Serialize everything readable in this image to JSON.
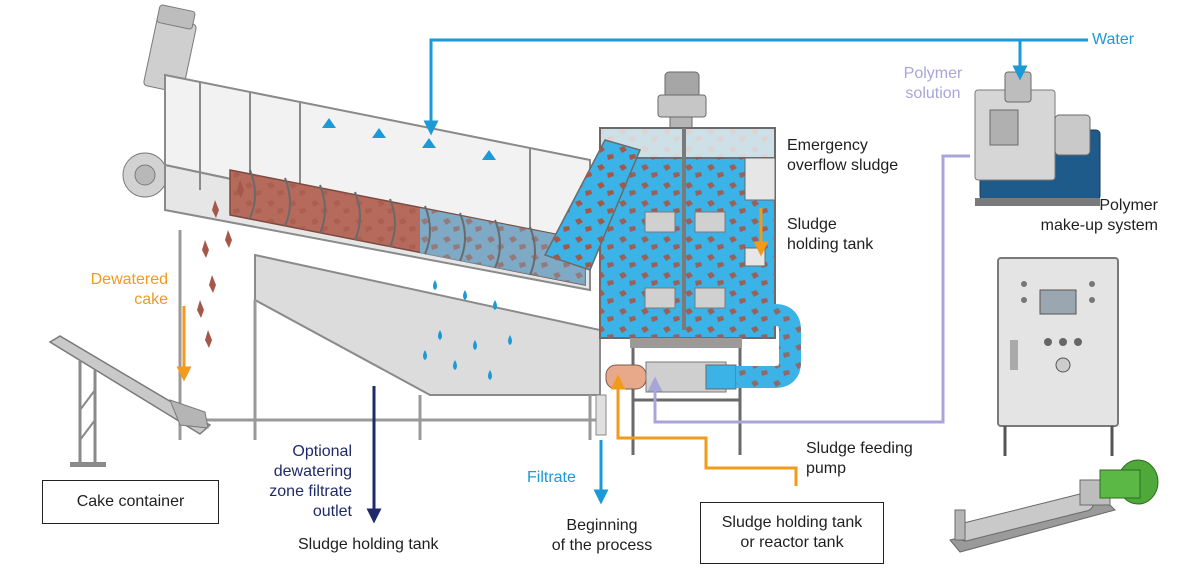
{
  "labels": {
    "water": "Water",
    "polymer_solution": [
      "Polymer",
      "solution"
    ],
    "emergency_overflow": [
      "Emergency",
      "overflow sludge"
    ],
    "sludge_holding_tank_top": [
      "Sludge",
      "holding tank"
    ],
    "polymer_makeup": [
      "Polymer",
      "make-up system"
    ],
    "dewatered_cake": [
      "Dewatered",
      "cake"
    ],
    "cake_container": "Cake container",
    "optional_outlet": [
      "Optional",
      "dewatering",
      "zone filtrate",
      "outlet"
    ],
    "sludge_holding_tank_bottom": "Sludge holding tank",
    "filtrate": "Filtrate",
    "beginning": [
      "Beginning",
      "of the process"
    ],
    "sludge_feeding_pump": [
      "Sludge feeding",
      "pump"
    ],
    "reactor_box": [
      "Sludge holding tank",
      "or reactor tank"
    ]
  },
  "colors": {
    "water": "#1a9ad6",
    "polymer": "#a8a6d8",
    "sludge": "#f29a1a",
    "filtrate_outlet": "#1f2a6b",
    "machine": "#d9d9d9",
    "machine_stroke": "#8a8a8a",
    "tank_water": "#3bb3e6",
    "sludge_particles": "#a4584a"
  }
}
